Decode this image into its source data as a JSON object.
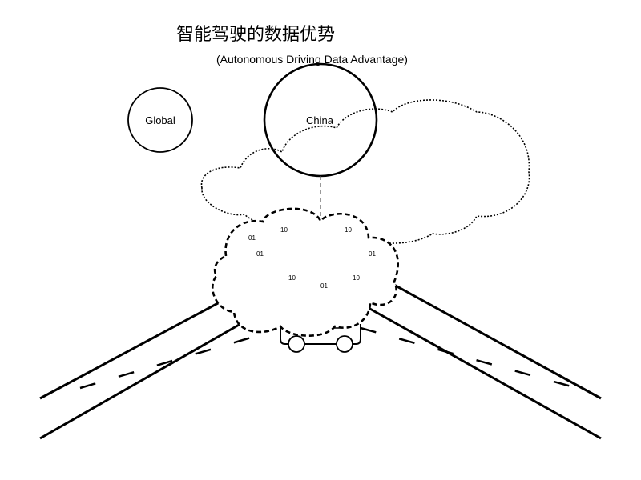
{
  "diagram": {
    "title": "智能驾驶的数据优势",
    "subtitle": "(Autonomous Driving Data Advantage)",
    "circles": {
      "global": "Global",
      "china": "China"
    },
    "data_bits": [
      "01",
      "10",
      "10",
      "01",
      "01",
      "10",
      "01",
      "10"
    ],
    "colors": {
      "stroke": "#000000",
      "background": "#ffffff"
    }
  }
}
